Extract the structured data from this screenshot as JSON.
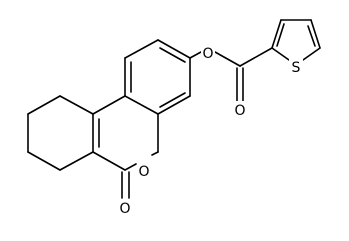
{
  "diagram": {
    "type": "chemical-structure",
    "atom_labels": {
      "ester_oxygen": "O",
      "carbonyl_oxygen_ester": "O",
      "ring_oxygen": "O",
      "carbonyl_oxygen_lactone": "O",
      "thiophene_sulfur": "S"
    },
    "colors": {
      "ink": "#000000",
      "background": "#ffffff"
    }
  }
}
